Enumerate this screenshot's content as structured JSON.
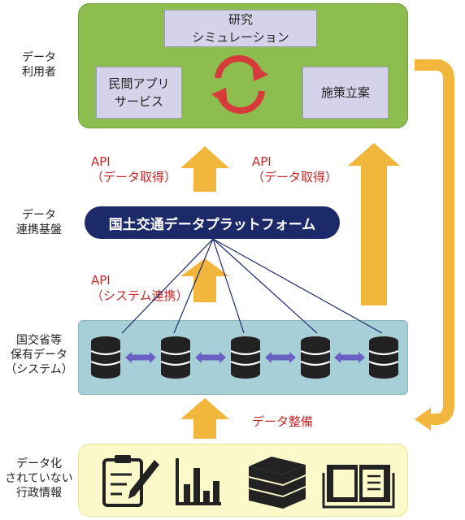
{
  "side_labels": {
    "data_users": "データ\n利用者",
    "data_platform": "データ\n連携基盤",
    "mlit_systems": "国交省等\n保有データ\n（システム）",
    "undigitized": "データ化\nされていない\n行政情報"
  },
  "users_block": {
    "research": "研究\nシミュレーション",
    "private_apps": "民間アプリ\nサービス",
    "policy": "施策立案"
  },
  "platform_name": "国土交通データプラットフォーム",
  "api_labels": {
    "left_get": "API\n（データ取得）",
    "right_get": "API\n（データ取得）",
    "system_link": "API\n（システム連携）"
  },
  "data_preparation": "データ整備",
  "icons": {
    "cycle": "refresh-cycle-icon",
    "database": "database-icon",
    "bidirectional": "double-arrow-icon",
    "document": "document-pen-icon",
    "chart": "bar-chart-icon",
    "books": "books-icon",
    "book": "open-book-icon"
  },
  "colors": {
    "users_green": "#8cbd4e",
    "platform_navy": "#1d2a6a",
    "systems_blue": "#a6cfd7",
    "gov_yellow": "#fbf9c9",
    "arrow_gold": "#f0b73c",
    "api_red": "#c62828",
    "link_purple": "#6a60c4"
  }
}
